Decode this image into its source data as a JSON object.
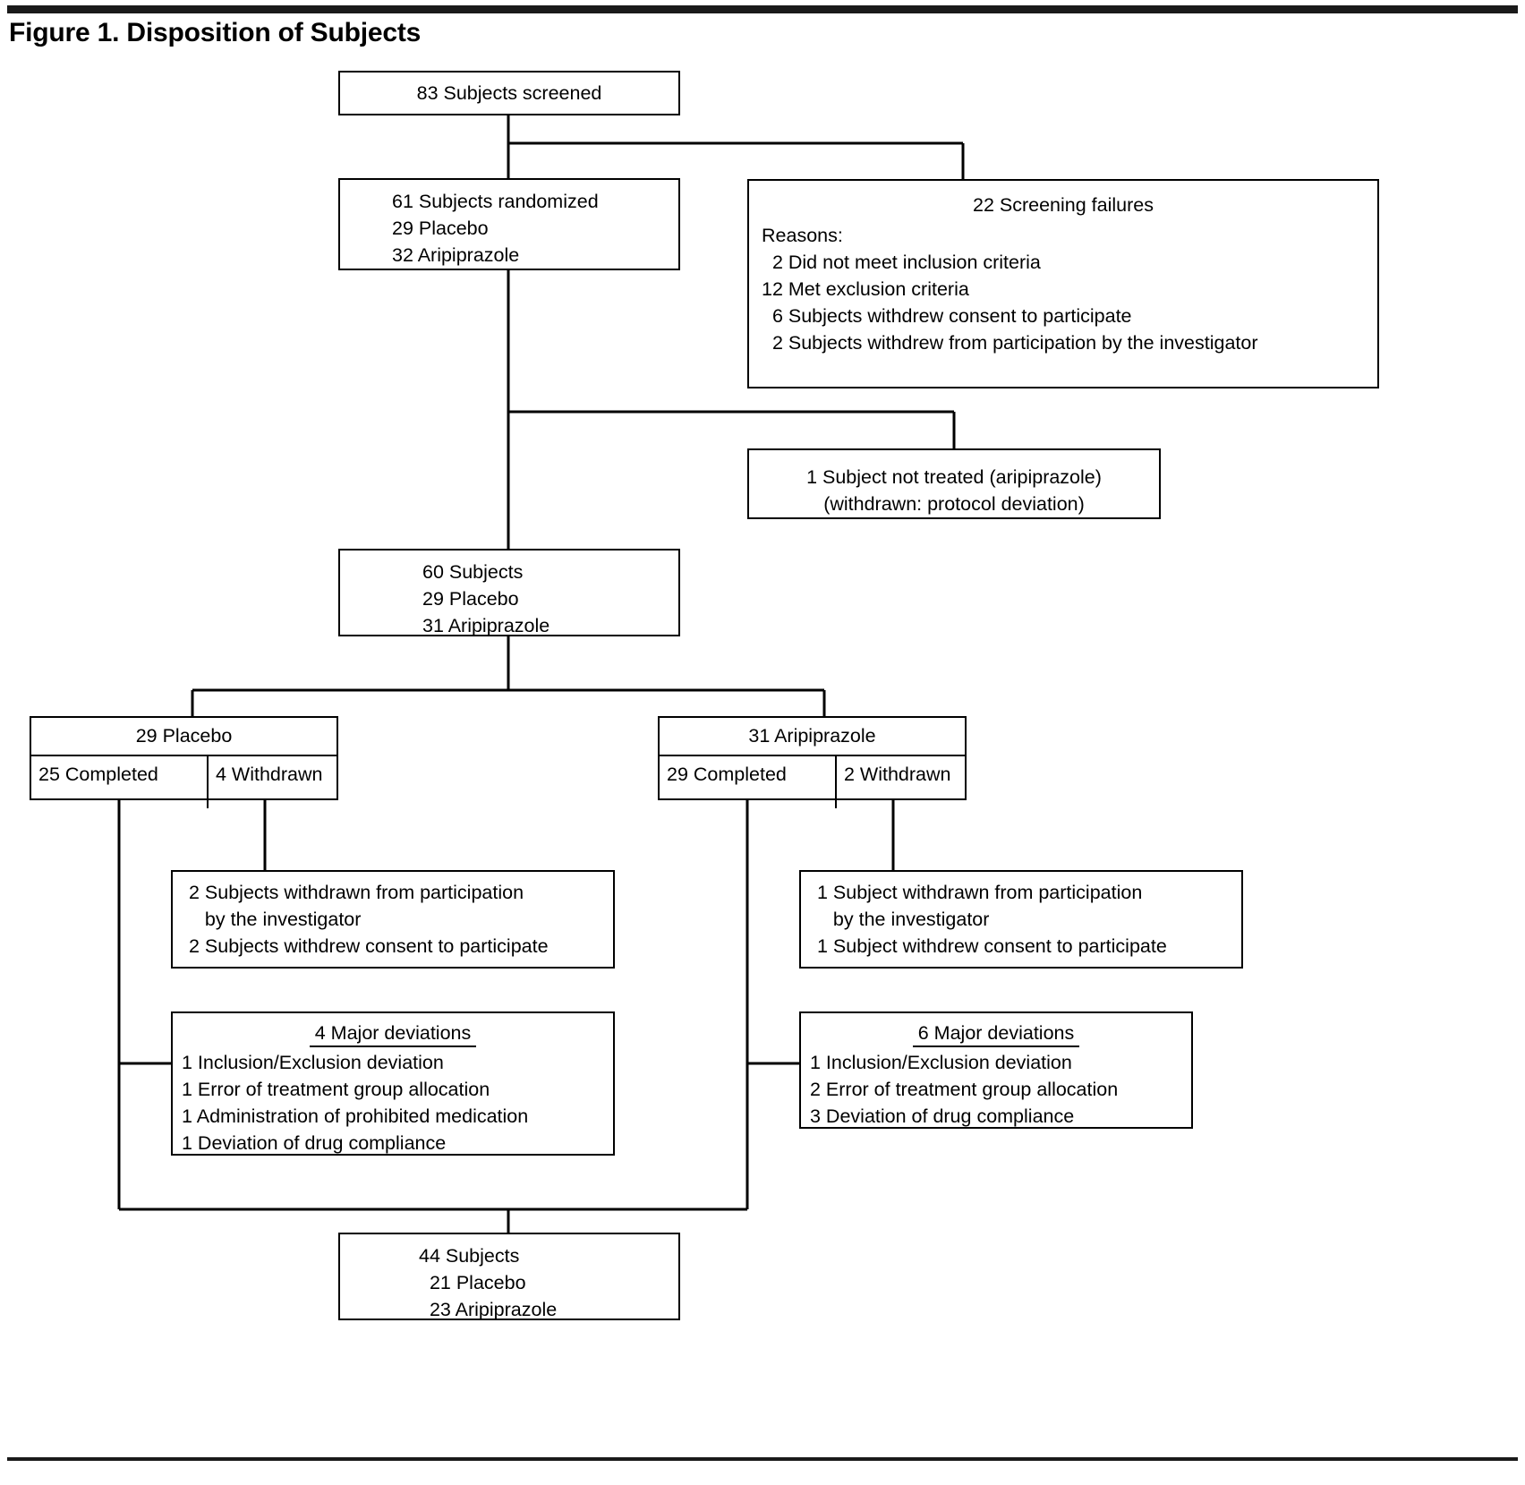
{
  "figure": {
    "title": "Figure 1. Disposition of Subjects"
  },
  "chart_data": {
    "type": "table",
    "title": "Figure 1. Disposition of Subjects",
    "nodes": [
      {
        "id": "screened",
        "label": "83 Subjects screened",
        "value": 83
      },
      {
        "id": "randomized",
        "label": "61 Subjects randomized",
        "value": 61,
        "placebo": 29,
        "aripiprazole": 32
      },
      {
        "id": "screen-failures",
        "label": "22 Screening failures",
        "value": 22
      },
      {
        "id": "not-treated",
        "label": "1 Subject not treated (aripiprazole)",
        "value": 1
      },
      {
        "id": "treated",
        "label": "60 Subjects",
        "value": 60,
        "placebo": 29,
        "aripiprazole": 31
      },
      {
        "id": "placebo-arm",
        "label": "29 Placebo",
        "value": 29,
        "completed": 25,
        "withdrawn": 4
      },
      {
        "id": "aripiprazole-arm",
        "label": "31 Aripiprazole",
        "value": 31,
        "completed": 29,
        "withdrawn": 2
      },
      {
        "id": "placebo-deviations",
        "label": "4 Major deviations",
        "value": 4
      },
      {
        "id": "aripiprazole-deviations",
        "label": "6 Major deviations",
        "value": 6
      },
      {
        "id": "final",
        "label": "44 Subjects",
        "value": 44,
        "placebo": 21,
        "aripiprazole": 23
      }
    ]
  },
  "boxes": {
    "screened": {
      "line1": "83 Subjects screened"
    },
    "randomized": {
      "line1": "61 Subjects randomized",
      "line2": "29 Placebo",
      "line3": "32 Aripiprazole"
    },
    "screening_failures": {
      "heading": "22 Screening failures",
      "reasons_label": "Reasons:",
      "reason1": "  2 Did not meet inclusion criteria",
      "reason2": "12 Met exclusion criteria",
      "reason3": "  6 Subjects withdrew consent to participate",
      "reason4": "  2 Subjects withdrew from participation by the investigator"
    },
    "not_treated": {
      "line1": "1 Subject not treated (aripiprazole)",
      "line2": "(withdrawn: protocol deviation)"
    },
    "treated": {
      "line1": "60 Subjects",
      "line2": "29 Placebo",
      "line3": "31 Aripiprazole"
    },
    "placebo_arm": {
      "header": "29 Placebo",
      "completed": "25 Completed",
      "withdrawn": "4 Withdrawn"
    },
    "aripiprazole_arm": {
      "header": "31 Aripiprazole",
      "completed": "29 Completed",
      "withdrawn": "2 Withdrawn"
    },
    "placebo_withdrawals": {
      "line1": "2 Subjects withdrawn from participation",
      "line2": "   by the investigator",
      "line3": "2 Subjects withdrew consent to participate"
    },
    "aripiprazole_withdrawals": {
      "line1": "1 Subject withdrawn from participation",
      "line2": "   by the investigator",
      "line3": "1 Subject withdrew consent to participate"
    },
    "placebo_deviations": {
      "heading": "4 Major deviations",
      "item1": "1 Inclusion/Exclusion deviation",
      "item2": "1 Error of treatment group allocation",
      "item3": "1 Administration of prohibited medication",
      "item4": "1 Deviation of drug compliance"
    },
    "aripiprazole_deviations": {
      "heading": "6 Major deviations",
      "item1": "1 Inclusion/Exclusion deviation",
      "item2": "2 Error of treatment group allocation",
      "item3": "3 Deviation of drug compliance"
    },
    "final": {
      "line1": "44 Subjects",
      "line2": "  21 Placebo",
      "line3": "  23 Aripiprazole"
    }
  }
}
